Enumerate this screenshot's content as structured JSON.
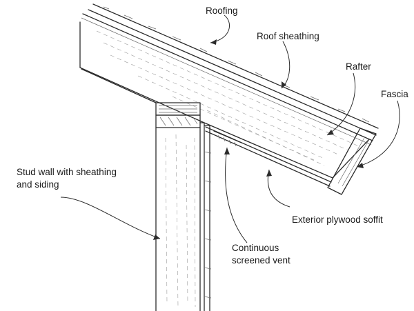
{
  "labels": {
    "roofing": "Roofing",
    "roof_sheathing": "Roof sheathing",
    "rafter": "Rafter",
    "fascia": "Fascia",
    "stud_wall_line1": "Stud wall with sheathing",
    "stud_wall_line2": "and siding",
    "soffit": "Exterior plywood soffit",
    "vent_line1": "Continuous",
    "vent_line2": "screened vent"
  }
}
